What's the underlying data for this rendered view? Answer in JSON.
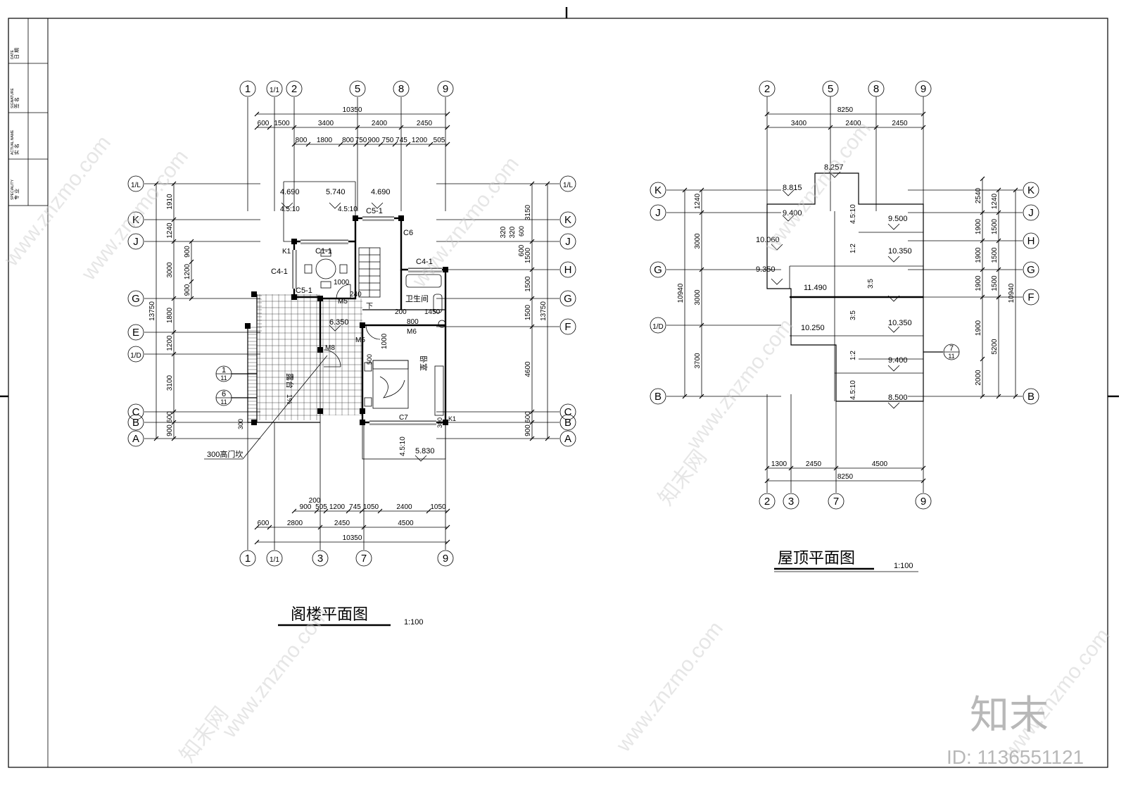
{
  "title_block": {
    "rows": [
      {
        "cn": "专 业",
        "en": "SPECIALITY"
      },
      {
        "cn": "实 名",
        "en": "ACTUAL NAME"
      },
      {
        "cn": "签 名",
        "en": "SIGNATURE"
      },
      {
        "cn": "日 期",
        "en": "DATE"
      }
    ]
  },
  "attic_plan": {
    "title": "阁楼平面图",
    "scale": "1:100",
    "top_grid": [
      "1",
      "1/1",
      "2",
      "5",
      "8",
      "9"
    ],
    "bottom_grid": [
      "1",
      "1/1",
      "3",
      "7",
      "9"
    ],
    "left_grid": [
      "1/L",
      "K",
      "J",
      "G",
      "E",
      "1/D",
      "C",
      "B",
      "A"
    ],
    "right_grid": [
      "1/L",
      "K",
      "J",
      "H",
      "G",
      "F",
      "C",
      "B",
      "A"
    ],
    "top_total": "10350",
    "top_dims_1": [
      "600",
      "1500",
      "3400",
      "2400",
      "2450"
    ],
    "top_dims_2": [
      "800",
      "1800",
      "800",
      "750",
      "900",
      "750",
      "745",
      "1200",
      "505"
    ],
    "bottom_dims_1": [
      "900",
      "505",
      "1200",
      "745",
      "1050",
      "2400",
      "1050"
    ],
    "bottom_dims_2": [
      "600",
      "2800",
      "2450",
      "4500"
    ],
    "bottom_total": "10350",
    "bottom_small": "200",
    "left_total": "13750",
    "left_dims": [
      "1910",
      "1240",
      "3000",
      "1800",
      "1200",
      "3100",
      "600",
      "900"
    ],
    "left_inner_dims": [
      "900",
      "1200",
      "900"
    ],
    "right_total": "13750",
    "right_dims": [
      "3150",
      "1500",
      "1500",
      "1500",
      "4600",
      "600",
      "900"
    ],
    "right_small": [
      "320",
      "320",
      "600"
    ],
    "levels": [
      "4.690",
      "5.740",
      "4.690",
      "6.350",
      "5.830"
    ],
    "slopes": [
      "4.5:10",
      "4.5:10",
      "4.5:10"
    ],
    "labels": {
      "k1a": "K1",
      "c1_1": "C1-1",
      "c4_1a": "C4-1",
      "c5_1a": "C5-1",
      "c5_1b": "C5-1",
      "c6": "C6",
      "c4_1b": "C4-1",
      "m5a": "M5",
      "m5b": "M5",
      "m6": "M6",
      "m8": "M8",
      "c7": "C7",
      "k1b": "K1",
      "bathroom": "卫生间",
      "bedroom": "卧室",
      "terrace": "露台",
      "terrace_slope": "1%",
      "down": "下",
      "d1000a": "1000",
      "d240": "240",
      "d200": "200",
      "d1450": "1450",
      "d800": "800",
      "d1000b": "1000",
      "d300a": "300",
      "d300b": "300",
      "d500": "500",
      "d600": "600",
      "sill": "300高门坎"
    },
    "sections": [
      {
        "num": "1",
        "sheet": "11"
      },
      {
        "num": "6",
        "sheet": "11"
      }
    ]
  },
  "roof_plan": {
    "title": "屋顶平面图",
    "scale": "1:100",
    "top_grid": [
      "2",
      "5",
      "8",
      "9"
    ],
    "bottom_grid": [
      "2",
      "3",
      "7",
      "9"
    ],
    "left_grid": [
      "K",
      "J",
      "G",
      "1/D",
      "B"
    ],
    "right_grid": [
      "K",
      "J",
      "H",
      "G",
      "F",
      "B"
    ],
    "top_total": "8250",
    "top_dims": [
      "3400",
      "2400",
      "2450"
    ],
    "bottom_dims": [
      "1300",
      "2450",
      "4500"
    ],
    "bottom_total": "8250",
    "left_total": "10940",
    "left_dims": [
      "1240",
      "3000",
      "3000",
      "3700"
    ],
    "right_dims_1": [
      "2540",
      "1900",
      "1900",
      "1900",
      "1900",
      "2000"
    ],
    "right_dims_2": [
      "1240",
      "1500",
      "1500",
      "1500"
    ],
    "right_5200": "5200",
    "right_total": "10940",
    "levels": [
      "8.257",
      "8.815",
      "9.400",
      "9.500",
      "10.060",
      "10.350",
      "9.350",
      "11.490",
      "10.250",
      "10.350",
      "9.400",
      "8.500"
    ],
    "slopes": [
      "4.5:10",
      "1:2",
      "3:5",
      "3:5",
      "1:2",
      "4.5:10"
    ],
    "section": {
      "num": "7",
      "sheet": "11"
    }
  },
  "watermark": {
    "logo": "知末",
    "id": "ID: 1136551121",
    "site": "www.znzmo.com",
    "brand": "知末网"
  }
}
